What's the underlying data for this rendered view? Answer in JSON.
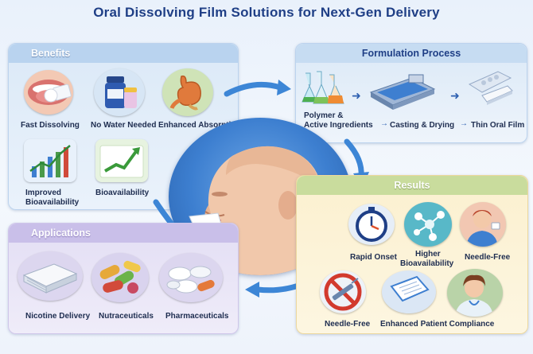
{
  "title": "Oral Dissolving Film Solutions for Next-Gen Delivery",
  "benefits": {
    "heading": "Benefits",
    "items": [
      {
        "label": "Fast Dissolving",
        "icon": "mouth-film-icon"
      },
      {
        "label": "No Water Needed",
        "icon": "pill-bottle-icon"
      },
      {
        "label": "Enhanced Absorption",
        "icon": "stomach-icon"
      },
      {
        "label": "Improved Bioavailability",
        "line1": "Improved",
        "line2": "Bioavailability",
        "icon": "bar-chart-icon"
      },
      {
        "label": "Bioavailability",
        "icon": "growth-chart-icon"
      }
    ]
  },
  "formulation": {
    "heading": "Formulation Process",
    "steps": [
      {
        "line1": "Polymer &",
        "line2": "Active Ingredients",
        "icon": "flasks-icon"
      },
      {
        "label": "Casting & Drying",
        "icon": "casting-machine-icon"
      },
      {
        "label": "Thin Oral Film",
        "icon": "film-strip-icon"
      }
    ]
  },
  "applications": {
    "heading": "Applications",
    "items": [
      {
        "label": "Nicotine Delivery",
        "icon": "film-stack-icon"
      },
      {
        "label": "Nutraceuticals",
        "icon": "capsules-icon"
      },
      {
        "label": "Pharmaceuticals",
        "icon": "tablets-icon"
      }
    ]
  },
  "results": {
    "heading": "Results",
    "items": [
      {
        "label": "Rapid Onset",
        "icon": "stopwatch-icon"
      },
      {
        "line1": "Higher",
        "line2": "Bioavailability",
        "icon": "molecule-icon"
      },
      {
        "label": "Needle-Free",
        "icon": "patient-icon"
      },
      {
        "label": "Needle-Free",
        "icon": "no-syringe-icon"
      },
      {
        "label": "Enhanced Patient Compliance",
        "icon": "document-icon"
      },
      {
        "label": "",
        "icon": "doctor-icon"
      }
    ]
  },
  "colors": {
    "title": "#1f3f86",
    "benefits_header": "#b9d3ef",
    "applications_header": "#c9bfe9",
    "results_header": "#c9dc9d",
    "center": "#3d7fd0"
  }
}
